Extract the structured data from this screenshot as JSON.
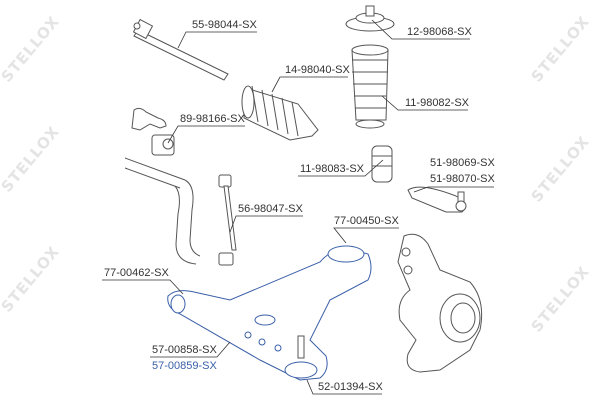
{
  "watermark": "STELLOX",
  "colors": {
    "text": "#333333",
    "highlight": "#3a5fa8",
    "part_stroke": "#555555"
  },
  "labels": {
    "tie_rod": "55-98044-SX",
    "strut_mount": "12-98068-SX",
    "steering_boot": "14-98040-SX",
    "shock_boot": "11-98082-SX",
    "stabilizer_bushing": "89-98166-SX",
    "bump_stop": "11-98083-SX",
    "tie_rod_end_1": "51-98069-SX",
    "tie_rod_end_2": "51-98070-SX",
    "stabilizer_link": "56-98047-SX",
    "rear_arm_bushing": "77-00450-SX",
    "front_arm_bushing": "77-00462-SX",
    "control_arm_1": "57-00858-SX",
    "control_arm_2": "57-00859-SX",
    "ball_joint": "52-01394-SX"
  }
}
